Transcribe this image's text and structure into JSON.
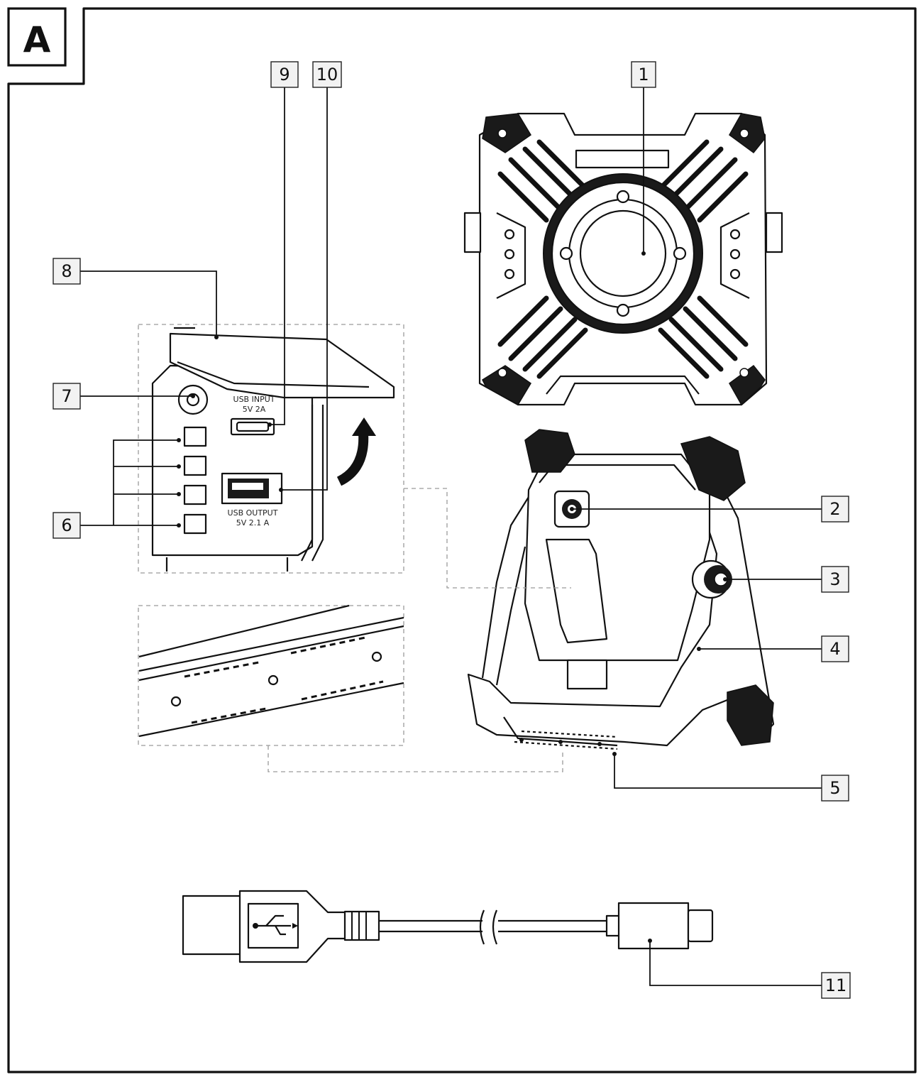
{
  "figure": {
    "panel_letter": "A",
    "callouts": [
      "1",
      "2",
      "3",
      "4",
      "5",
      "6",
      "7",
      "8",
      "9",
      "10",
      "11"
    ],
    "port_labels": {
      "usb_input_line1": "USB INPUT",
      "usb_input_line2": "5V 2A",
      "usb_output_line1": "USB OUTPUT",
      "usb_output_line2": "5V 2.1 A"
    }
  }
}
